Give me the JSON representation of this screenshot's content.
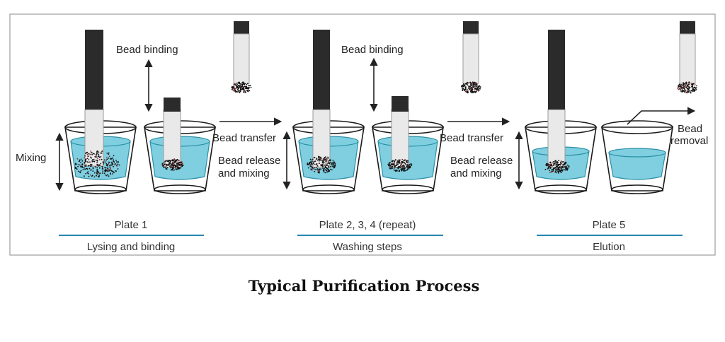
{
  "labels": {
    "mixing": "Mixing",
    "bead_binding_1": "Bead binding",
    "bead_binding_2": "Bead binding",
    "bead_transfer_1": "Bead transfer",
    "bead_transfer_2": "Bead transfer",
    "bead_release_1": [
      "Bead release",
      "and mixing"
    ],
    "bead_release_2": [
      "Bead release",
      "and mixing"
    ],
    "bead_removal": [
      "Bead",
      "removal"
    ]
  },
  "stages": [
    {
      "plate": "Plate 1",
      "step": "Lysing and binding"
    },
    {
      "plate": "Plate 2, 3, 4 (repeat)",
      "step": "Washing steps"
    },
    {
      "plate": "Plate 5",
      "step": "Elution"
    }
  ],
  "title": "Typical Purification Process",
  "colors": {
    "liquid": "#7fcfe0",
    "rod": "#2b2b2b",
    "divider": "#2a86b0"
  }
}
